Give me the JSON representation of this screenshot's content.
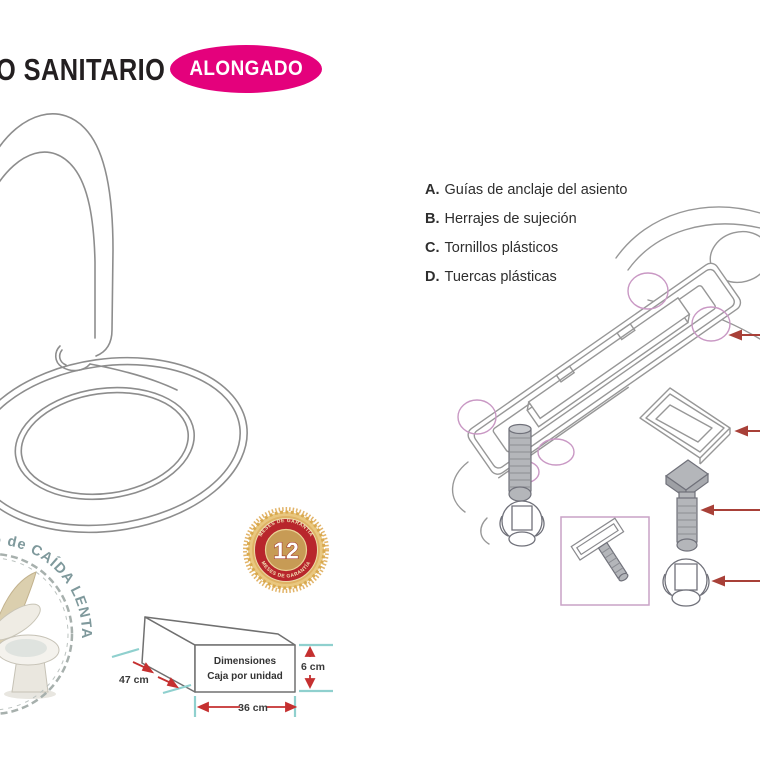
{
  "header": {
    "title": "O SANITARIO",
    "badge": "ALONGADO"
  },
  "parts_list": {
    "items": [
      {
        "key": "A.",
        "label": "Guías de anclaje del asiento"
      },
      {
        "key": "B.",
        "label": "Herrajes de sujeción"
      },
      {
        "key": "C.",
        "label": "Tornillos plásticos"
      },
      {
        "key": "D.",
        "label": "Tuercas plásticas"
      }
    ]
  },
  "warranty_seal": {
    "value": "12",
    "arc_text_top": "MESES DE GARANTÍA",
    "arc_text_bottom": "MESES DE GARANTÍA"
  },
  "slow_close_badge": {
    "arc_text": "o de CAÍDA LENTA"
  },
  "box_dimensions": {
    "title_line1": "Dimensiones",
    "title_line2": "Caja por unidad",
    "depth_label": "47 cm",
    "width_label": "36 cm",
    "height_label": "6 cm"
  },
  "colors": {
    "badge_magenta": "#e4017c",
    "diagram_arrow_red": "#a84038",
    "dimension_arrow_red": "#c53030",
    "dimension_teal": "#8fd0ce",
    "highlight_pink": "#c998c4",
    "seal_gold": "#d9a94f",
    "seal_ring_red": "#b8262c",
    "slow_close_text_gray": "#7f999c"
  }
}
